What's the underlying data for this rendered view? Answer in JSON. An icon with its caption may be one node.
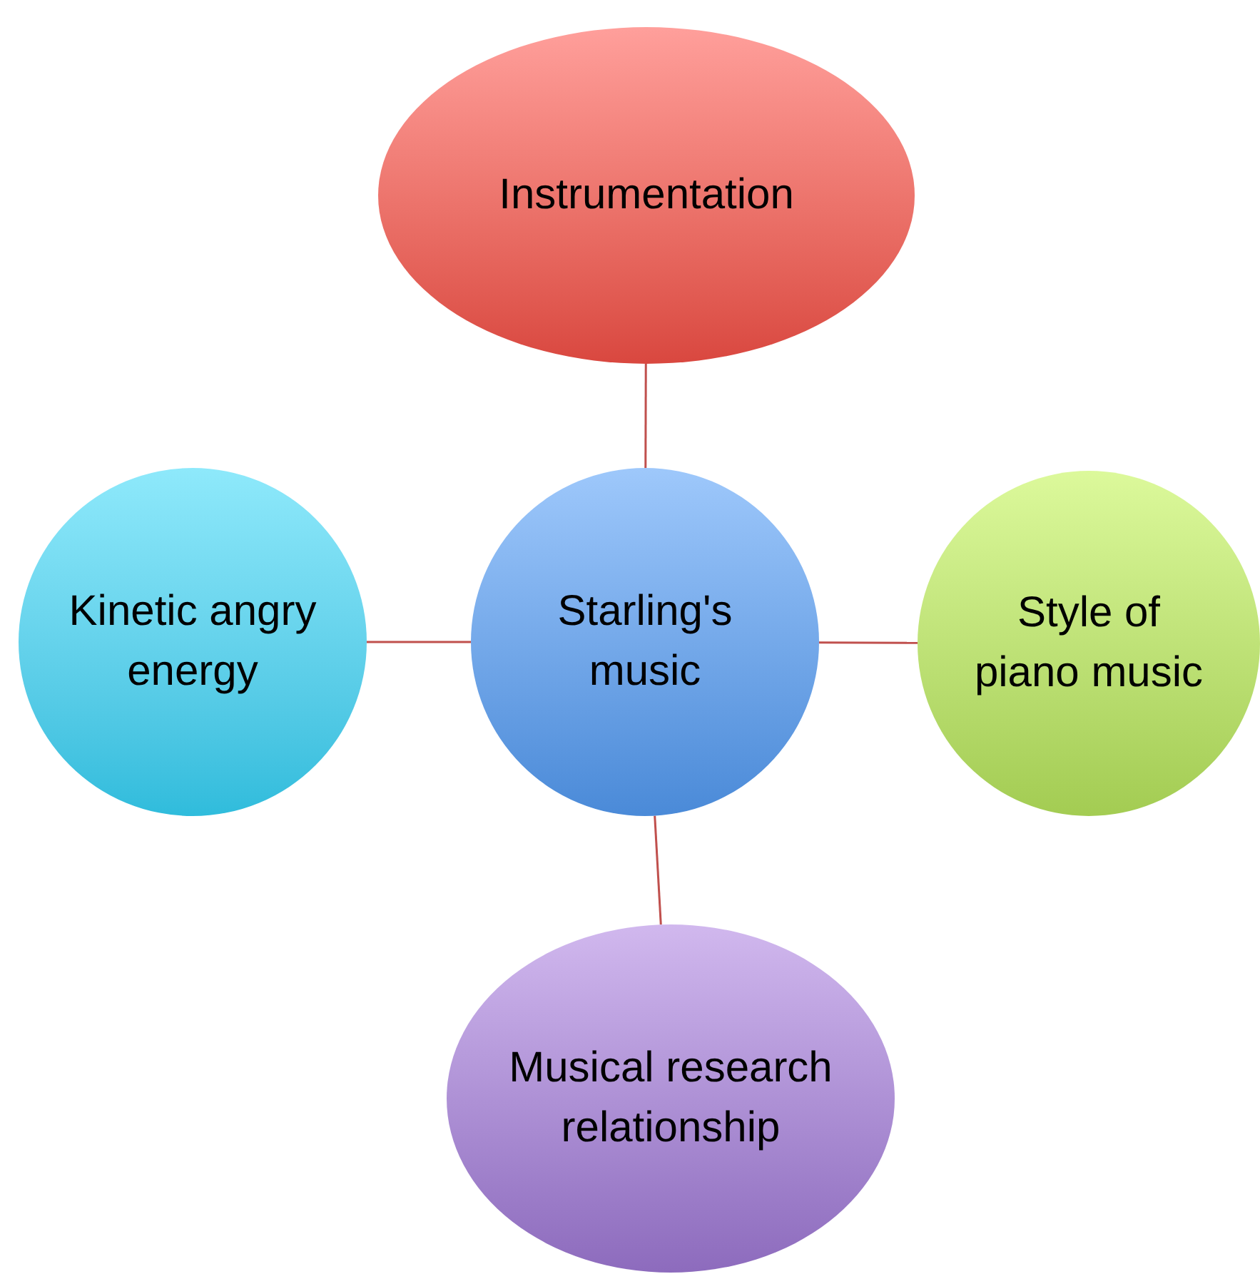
{
  "diagram": {
    "nodes": [
      {
        "text": [
          "Instrumentation"
        ]
      },
      {
        "text": [
          "Kinetic angry energy"
        ]
      },
      {
        "text": [
          "Starling's music"
        ]
      },
      {
        "text": [
          "Style of piano music"
        ]
      },
      {
        "text": [
          "Musical research relationship"
        ]
      }
    ],
    "edges": [
      {
        "from": 2,
        "to": 0,
        "arrow": "none"
      },
      {
        "from": 2,
        "to": 1,
        "arrow": "none"
      },
      {
        "from": 2,
        "to": 3,
        "arrow": "none"
      },
      {
        "from": 2,
        "to": 4,
        "arrow": "none"
      }
    ]
  }
}
